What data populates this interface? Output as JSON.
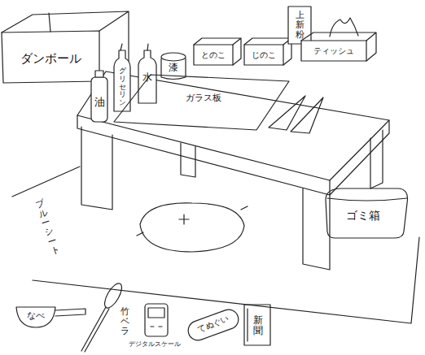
{
  "diagram": {
    "nodes": [
      {
        "text": [
          "ダンボール"
        ]
      },
      {
        "text": [
          "とのこ"
        ]
      },
      {
        "text": [
          "じのこ"
        ]
      },
      {
        "text": [
          "上新粉"
        ]
      },
      {
        "text": [
          "ティッシュ"
        ]
      },
      {
        "text": [
          "油"
        ]
      },
      {
        "text": [
          "グリセリン"
        ]
      },
      {
        "text": [
          "水"
        ]
      },
      {
        "text": [
          "漆"
        ]
      },
      {
        "text": [
          "ガラス板"
        ]
      },
      {
        "text": [
          "ゴミ箱"
        ]
      },
      {
        "text": [
          "なべ"
        ]
      },
      {
        "text": [
          "てぬぐい"
        ]
      },
      {
        "text": [
          "新聞"
        ]
      }
    ],
    "labels": [
      "ブルーシート",
      "竹ベラ",
      "デジタルスケール"
    ]
  }
}
